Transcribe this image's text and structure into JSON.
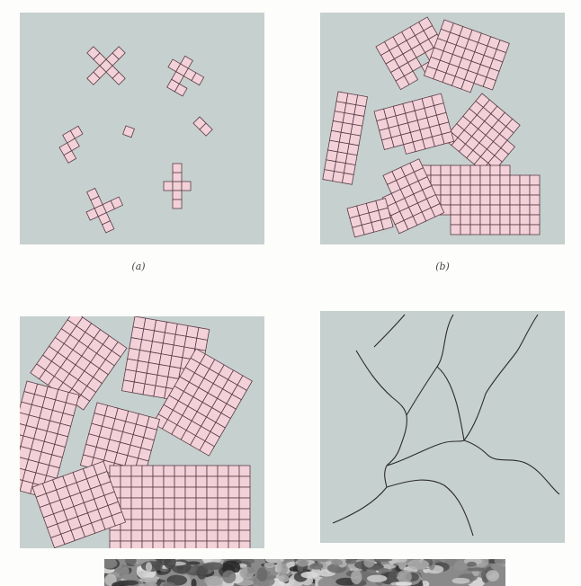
{
  "panels": [
    {
      "id": "a",
      "caption": "(a)"
    },
    {
      "id": "b",
      "caption": "(b)"
    },
    {
      "id": "c",
      "caption": ""
    },
    {
      "id": "d",
      "caption": ""
    }
  ],
  "colors": {
    "background": "#c6d0cf",
    "crystal_fill": "#f2d2d8",
    "grid_line": "#5a3a46",
    "boundary_line": "#2b2b2b"
  }
}
